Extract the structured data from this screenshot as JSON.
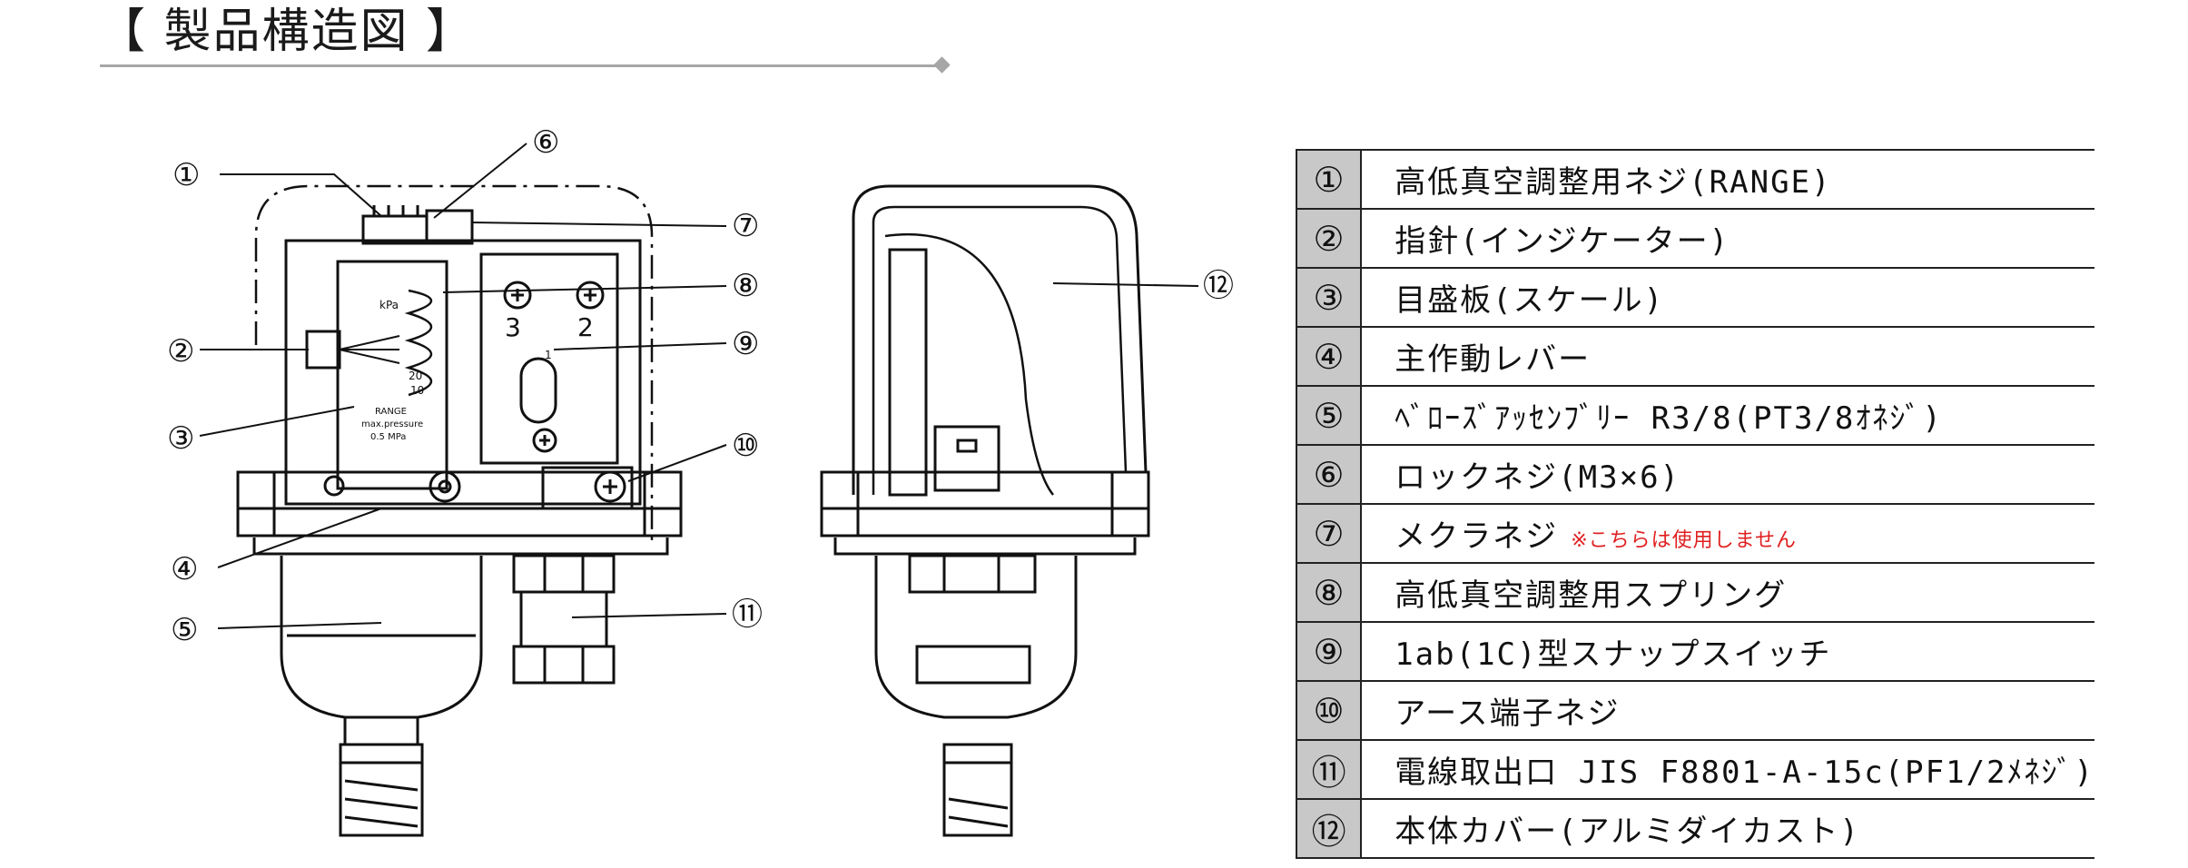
{
  "title": "【 製品構造図 】",
  "diagram": {
    "gauge_unit": "kPa",
    "scale_20": "20",
    "scale_10": "10",
    "plate_range": "RANGE",
    "plate_max": "max.pressure",
    "plate_value": "0.5 MPa",
    "switch_3": "3",
    "switch_2": "2",
    "switch_1": "1",
    "callouts": [
      "①",
      "②",
      "③",
      "④",
      "⑤",
      "⑥",
      "⑦",
      "⑧",
      "⑨",
      "⑩",
      "⑪",
      "⑫"
    ]
  },
  "parts": [
    {
      "num": "①",
      "name": "高低真空調整用ネジ(RANGE)",
      "note": ""
    },
    {
      "num": "②",
      "name": "指針(インジケーター)",
      "note": ""
    },
    {
      "num": "③",
      "name": "目盛板(スケール)",
      "note": ""
    },
    {
      "num": "④",
      "name": "主作動レバー",
      "note": ""
    },
    {
      "num": "⑤",
      "name": "ﾍﾞﾛｰｽﾞｱｯｾﾝﾌﾞﾘｰ R3/8(PT3/8ｵﾈｼﾞ)",
      "note": ""
    },
    {
      "num": "⑥",
      "name": "ロックネジ(M3×6)",
      "note": ""
    },
    {
      "num": "⑦",
      "name": "メクラネジ",
      "note": "※こちらは使用しません"
    },
    {
      "num": "⑧",
      "name": "高低真空調整用スプリング",
      "note": ""
    },
    {
      "num": "⑨",
      "name": "1ab(1C)型スナップスイッチ",
      "note": ""
    },
    {
      "num": "⑩",
      "name": "アース端子ネジ",
      "note": ""
    },
    {
      "num": "⑪",
      "name": "電線取出口 JIS F8801-A-15c(PF1/2ﾒﾈｼﾞ)",
      "note": ""
    },
    {
      "num": "⑫",
      "name": "本体カバー(アルミダイカスト)",
      "note": ""
    }
  ],
  "colors": {
    "header_bg": "#c8c8c8",
    "note": "#e02020",
    "rule": "#a6a6a6"
  }
}
